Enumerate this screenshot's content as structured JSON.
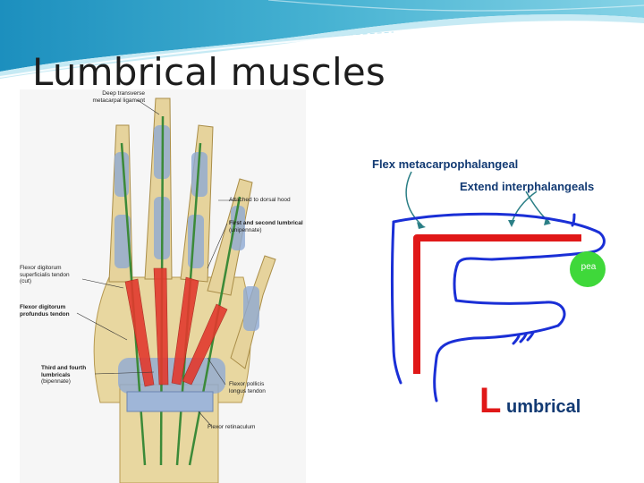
{
  "slide": {
    "title": "Lumbrical muscles"
  },
  "hand_figure": {
    "labels": {
      "deep_transverse": "Deep transverse metacarpal ligament",
      "attached_dorsal": "Attached to dorsal hood",
      "first_second": "First and second lumbrical",
      "first_second_sub": "(unipennate)",
      "fds": "Flexor digitorum superficialis tendon (cut)",
      "fdp": "Flexor digitorum profundus tendon",
      "third_fourth": "Third and fourth lumbricals",
      "third_fourth_sub": "(bipennate)",
      "fpl": "Flexor pollicis longus tendon",
      "retinaculum": "Flexor retinaculum"
    }
  },
  "finger_diagram": {
    "flex_label": "Flex metacarpophalangeal",
    "extend_label": "Extend interphalangeals",
    "pea_label": "pea",
    "lumbrical_initial": "L",
    "lumbrical_rest": "umbrical"
  },
  "colors": {
    "title": "#1d1d1d",
    "header_teal": "#3aa3c6",
    "diagram_blue": "#1a2fd6",
    "text_navy": "#123a73",
    "lumbrical_red": "#e01818",
    "pea_green": "#3fd83a",
    "arrow_teal": "#2b7f86"
  }
}
